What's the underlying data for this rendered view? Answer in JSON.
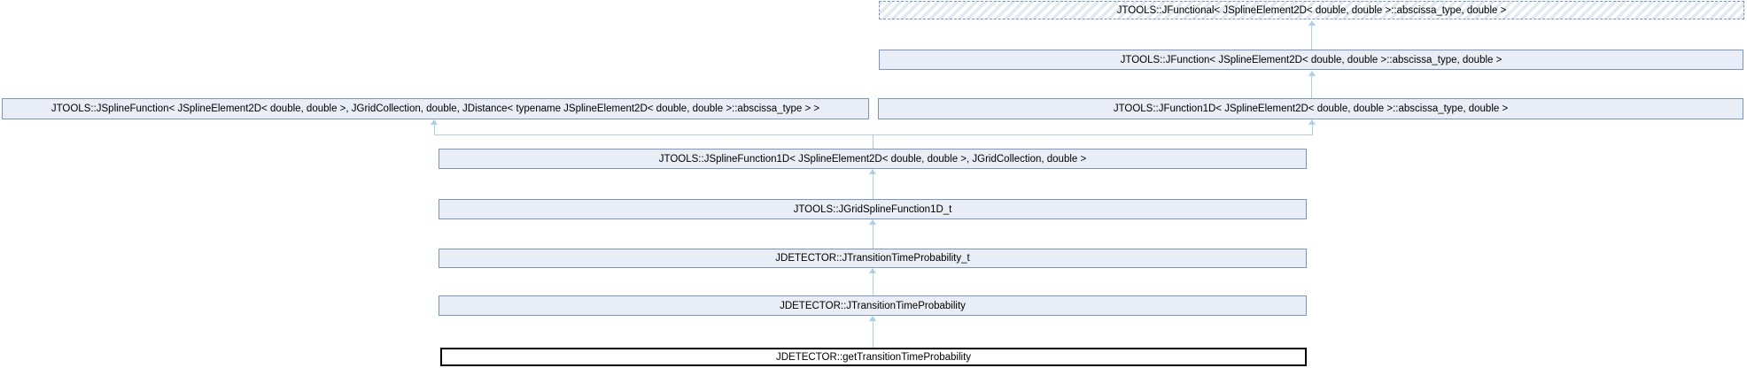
{
  "diagram": {
    "type": "class-inheritance-graph",
    "colors": {
      "background": "#ffffff",
      "node_border": "#7a94c3",
      "node_fill": "#e9edf6",
      "hatch_stripe": "#e2e9f3",
      "edge": "#a8d0e6",
      "current_node_border": "#000000",
      "current_node_fill": "#ffffff",
      "text": "#000000"
    },
    "nodes": {
      "jfunctional": {
        "label": "JTOOLS::JFunctional< JSplineElement2D< double, double >::abscissa_type, double >",
        "style": "dashed-template"
      },
      "jfunction": {
        "label": "JTOOLS::JFunction< JSplineElement2D< double, double >::abscissa_type, double >",
        "style": "solid"
      },
      "jsplinefunction": {
        "label": "JTOOLS::JSplineFunction< JSplineElement2D< double, double >, JGridCollection, double, JDistance< typename JSplineElement2D< double, double >::abscissa_type > >",
        "style": "solid"
      },
      "jfunction1d": {
        "label": "JTOOLS::JFunction1D< JSplineElement2D< double, double >::abscissa_type, double >",
        "style": "solid"
      },
      "jsplinefunction1d": {
        "label": "JTOOLS::JSplineFunction1D< JSplineElement2D< double, double >, JGridCollection, double >",
        "style": "solid"
      },
      "jgridsplinefunction1d_t": {
        "label": "JTOOLS::JGridSplineFunction1D_t",
        "style": "solid"
      },
      "jtransitiontimeprobability_t": {
        "label": "JDETECTOR::JTransitionTimeProbability_t",
        "style": "solid"
      },
      "jtransitiontimeprobability": {
        "label": "JDETECTOR::JTransitionTimeProbability",
        "style": "solid"
      },
      "gettransitiontimeprobability": {
        "label": "JDETECTOR::getTransitionTimeProbability",
        "style": "current"
      }
    },
    "edges": [
      {
        "from": "jfunction",
        "to": "jfunctional"
      },
      {
        "from": "jfunction1d",
        "to": "jfunction"
      },
      {
        "from": "jsplinefunction1d",
        "to": "jsplinefunction"
      },
      {
        "from": "jsplinefunction1d",
        "to": "jfunction1d"
      },
      {
        "from": "jgridsplinefunction1d_t",
        "to": "jsplinefunction1d"
      },
      {
        "from": "jtransitiontimeprobability_t",
        "to": "jgridsplinefunction1d_t"
      },
      {
        "from": "jtransitiontimeprobability",
        "to": "jtransitiontimeprobability_t"
      },
      {
        "from": "gettransitiontimeprobability",
        "to": "jtransitiontimeprobability"
      }
    ]
  }
}
